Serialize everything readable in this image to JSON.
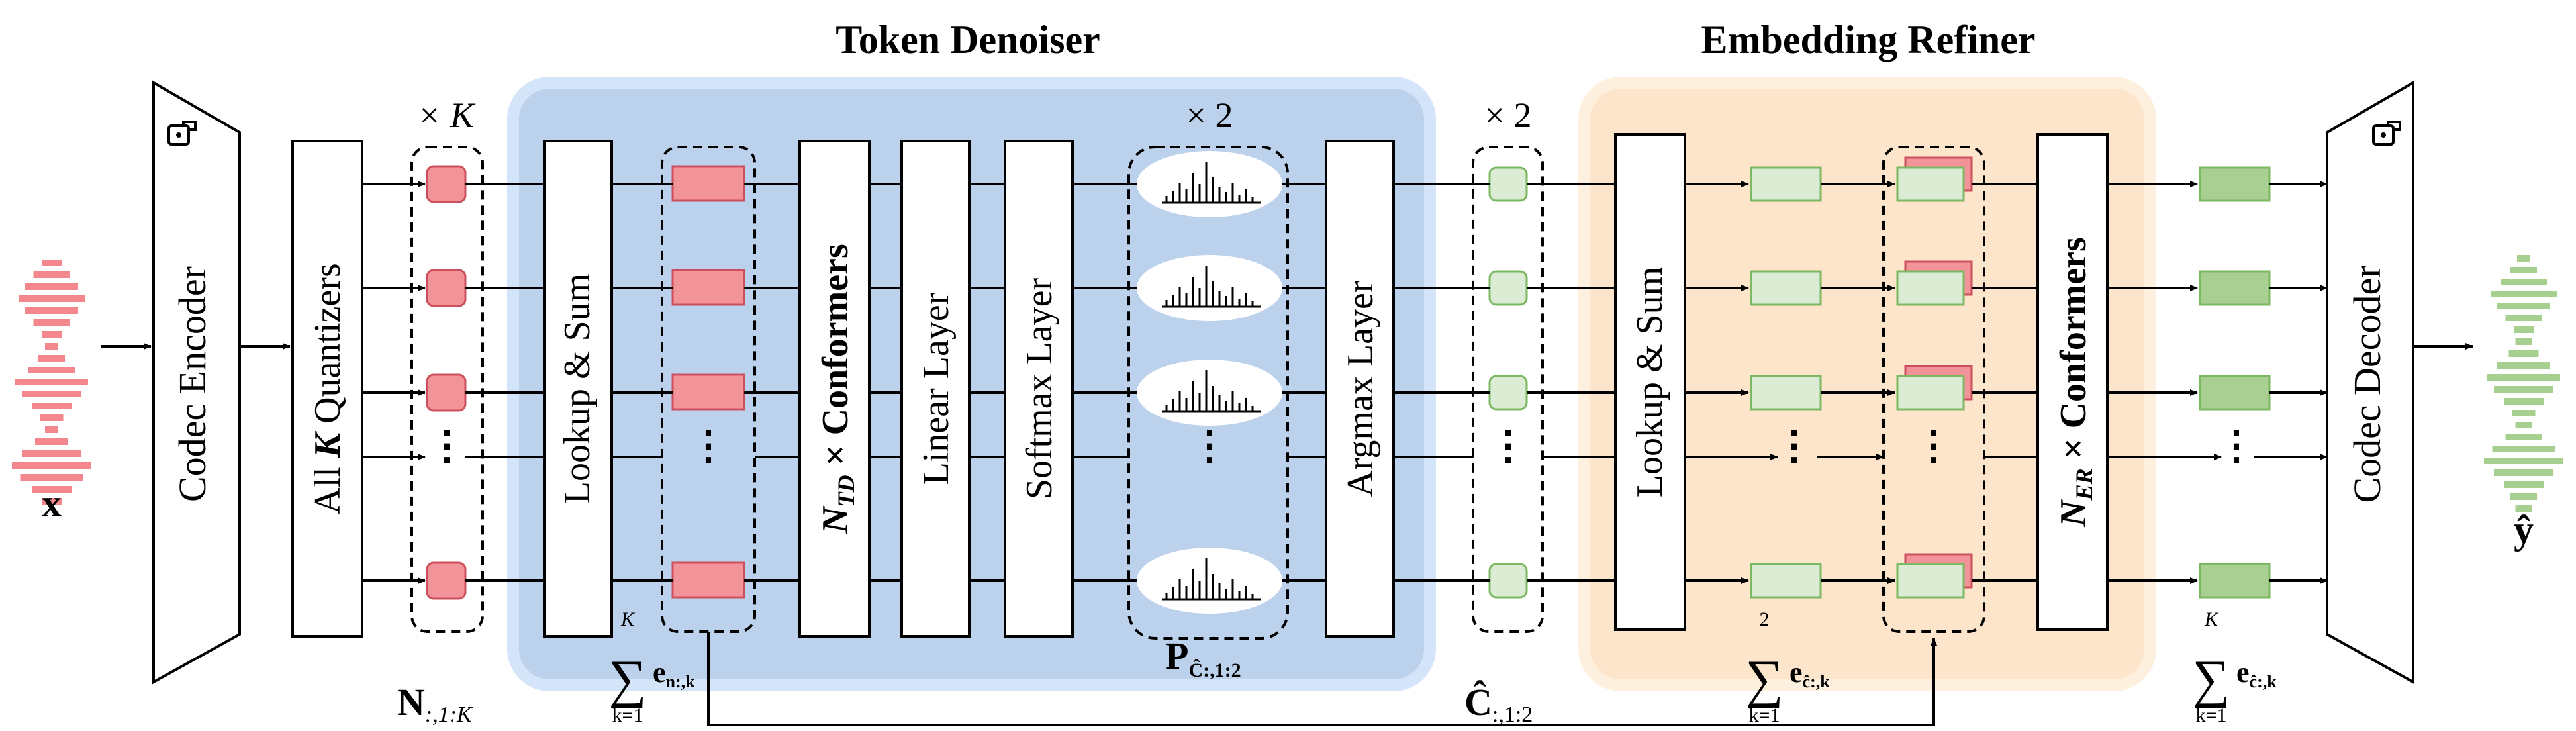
{
  "sections": {
    "token_denoiser": "Token Denoiser",
    "embedding_refiner": "Embedding Refiner"
  },
  "inputs": {
    "x": "x",
    "y_hat": "ŷ"
  },
  "blocks": {
    "codec_encoder": "Codec Encoder",
    "quantizers_prefix": "All ",
    "quantizers_k": "K",
    "quantizers_suffix": " Quantizers",
    "lookup_sum_1": "Lookup & Sum",
    "td_conformers_n": "N",
    "td_conformers_sub": "TD",
    "td_conformers_rest": " × Conformers",
    "linear_layer": "Linear Layer",
    "softmax_layer": "Softmax Layer",
    "argmax_layer": "Argmax Layer",
    "lookup_sum_2": "Lookup & Sum",
    "er_conformers_n": "N",
    "er_conformers_sub": "ER",
    "er_conformers_rest": " × Conformers",
    "codec_decoder": "Codec Decoder"
  },
  "multipliers": {
    "times_k": "× K",
    "times_2_probs": "× 2",
    "times_2_tokens": "× 2"
  },
  "labels": {
    "N": "N",
    "N_sub": ":,1:K",
    "sum_1_top": "K",
    "sum_1_bottom": "k=1",
    "sum_1_term": "e",
    "sum_1_term_sub": "n:,k",
    "P": "P",
    "P_sub": "Ĉ:,1:2",
    "C_hat": "Ĉ",
    "C_hat_sub": ":,1:2",
    "sum_2_top": "2",
    "sum_2_bottom": "k=1",
    "sum_2_term": "e",
    "sum_2_term_sub": "ĉ:,k",
    "sum_3_top": "K",
    "sum_3_bottom": "k=1",
    "sum_3_term": "e",
    "sum_3_term_sub": "ĉ:,k"
  },
  "ellipsis": "⋮",
  "colors": {
    "token_denoiser_bg": "#bcd2ec",
    "token_denoiser_border": "#d4e5fa",
    "embedding_refiner_bg": "#fde5cc",
    "embedding_refiner_border": "#fef0df",
    "noisy_token_fill": "#f2939a",
    "noisy_token_stroke": "#cc4f5c",
    "clean_fill": "#dcebd4",
    "clean_stroke": "#7ab861",
    "refined_fill": "#a9cf92",
    "waveform_in": "#f4878d",
    "waveform_out": "#a7cf8f"
  },
  "icons": {
    "codec_encoder": "lock-icon",
    "codec_decoder": "lock-icon"
  }
}
